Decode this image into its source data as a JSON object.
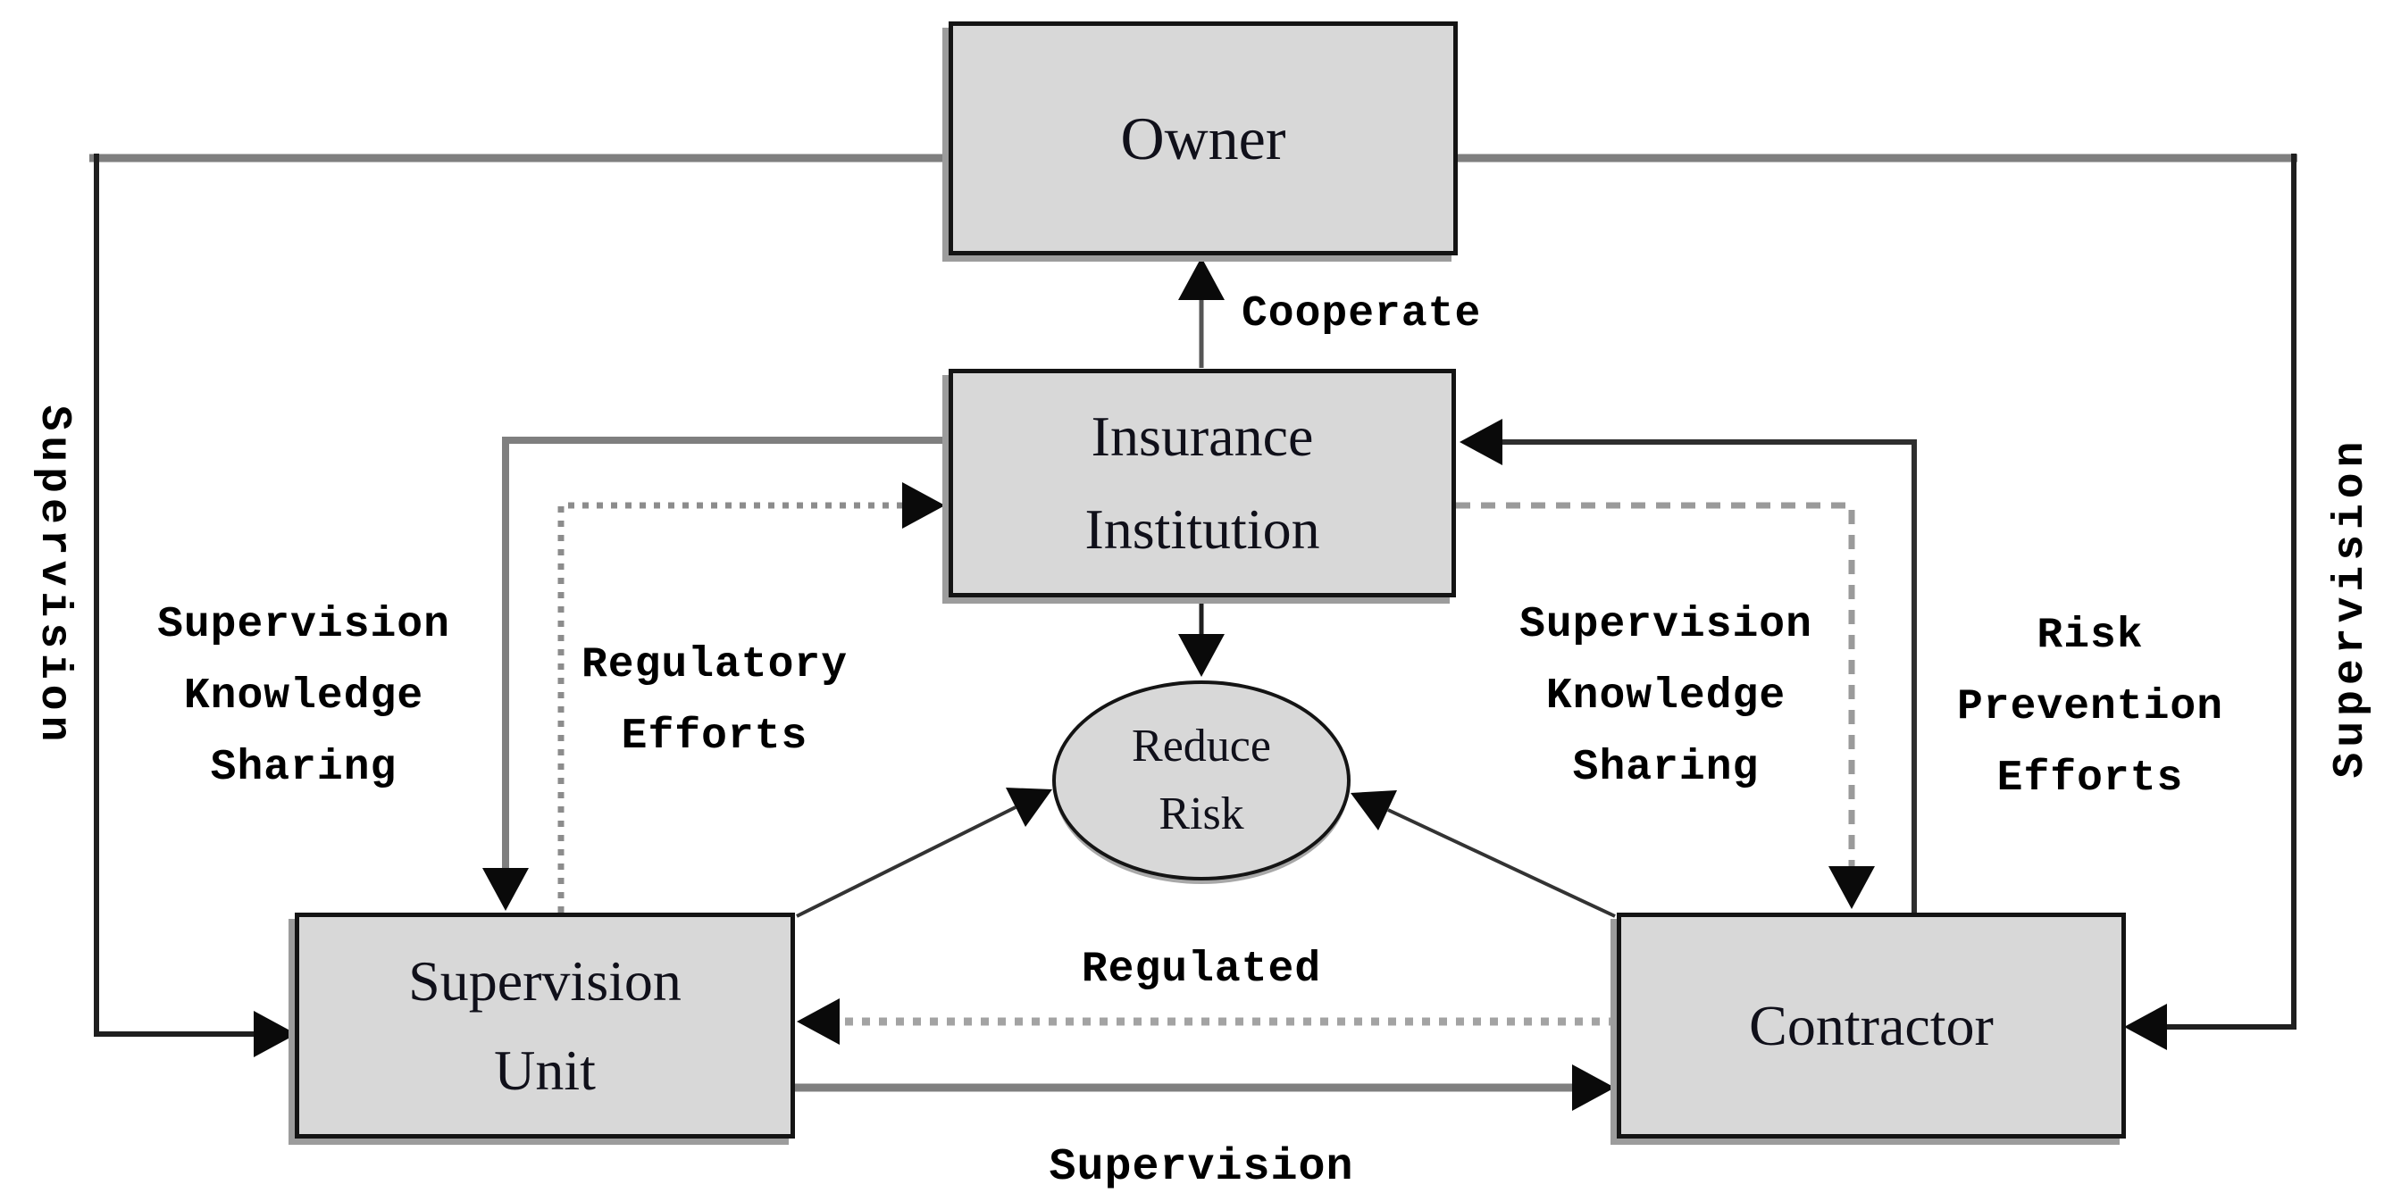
{
  "nodes": {
    "owner": {
      "label": "Owner"
    },
    "insurance_institution": {
      "lines": [
        "Insurance",
        "Institution"
      ]
    },
    "reduce_risk": {
      "lines": [
        "Reduce",
        "Risk"
      ]
    },
    "supervision_unit": {
      "lines": [
        "Supervision",
        "Unit"
      ]
    },
    "contractor": {
      "label": "Contractor"
    }
  },
  "edge_labels": {
    "cooperate": "Cooperate",
    "supervision_left_vertical": "Supervision",
    "supervision_right_vertical": "Supervision",
    "supervision_bottom": "Supervision",
    "regulated": "Regulated",
    "supervision_knowledge_sharing_left": {
      "lines": [
        "Supervision",
        "Knowledge",
        "Sharing"
      ]
    },
    "regulatory_efforts": {
      "lines": [
        "Regulatory",
        "Efforts"
      ]
    },
    "supervision_knowledge_sharing_right": {
      "lines": [
        "Supervision",
        "Knowledge",
        "Sharing"
      ]
    },
    "risk_prevention_efforts": {
      "lines": [
        "Risk",
        "Prevention",
        "Efforts"
      ]
    }
  },
  "colors": {
    "background": "#ffffff",
    "node_fill": "#d8d8d8",
    "node_border": "#141414",
    "node_shadow": "#9c9c9c",
    "solid_gray_line": "#7f7f7f",
    "black_line": "#1f1f1f",
    "dark_line": "#2f2f2f",
    "dotted_line": "#8c8c8c",
    "dashed_line": "#9a9a9a",
    "regulated_dotted_line": "#a3a3a3",
    "arrowhead": "#0a0a0a",
    "text": "#000000"
  }
}
